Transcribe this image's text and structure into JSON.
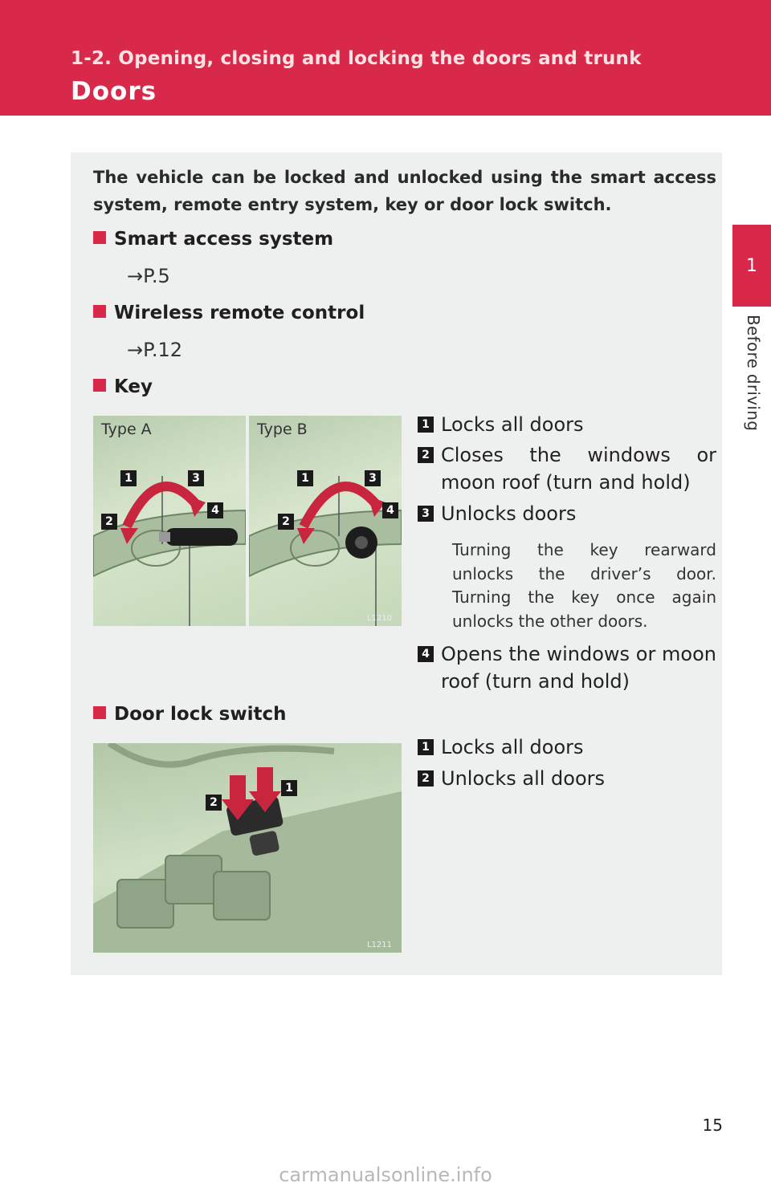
{
  "header": {
    "section": "1-2. Opening, closing and locking the doors and trunk",
    "title": "Doors"
  },
  "side_tab": {
    "number": "1",
    "label": "Before driving"
  },
  "intro": "The vehicle can be locked and unlocked using the smart access system, remote entry system, key or door lock switch.",
  "smart_access": {
    "heading": "Smart access system",
    "ref": "→P.5"
  },
  "wireless": {
    "heading": "Wireless remote control",
    "ref": "→P.12"
  },
  "key": {
    "heading": "Key",
    "fig_label_a": "Type A",
    "fig_label_b": "Type B",
    "fig_code": "L1210",
    "items": [
      {
        "n": "1",
        "text": "Locks all doors"
      },
      {
        "n": "2",
        "text": "Closes the windows or moon roof (turn and hold)"
      },
      {
        "n": "3",
        "text": "Unlocks doors"
      },
      {
        "n": "4",
        "text": "Opens the windows or moon roof (turn and hold)"
      }
    ],
    "note": "Turning the key rearward unlocks the driver’s door. Turning the key once again unlocks the other doors."
  },
  "door_lock": {
    "heading": "Door lock switch",
    "fig_code": "L1211",
    "items": [
      {
        "n": "1",
        "text": "Locks all doors"
      },
      {
        "n": "2",
        "text": "Unlocks all doors"
      }
    ]
  },
  "page_number": "15",
  "watermark": "carmanualsonline.info",
  "colors": {
    "accent": "#d8294b",
    "panel": "#eef0f0"
  }
}
